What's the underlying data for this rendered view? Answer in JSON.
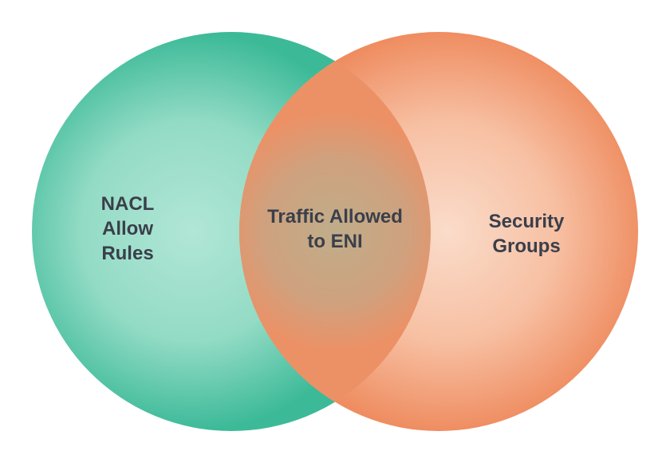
{
  "diagram": {
    "left_set": {
      "lines": [
        "NACL",
        "Allow",
        "Rules"
      ],
      "color_center": "#b1e6d6",
      "color_edge": "#3cba98"
    },
    "right_set": {
      "lines": [
        "Security",
        "Groups"
      ],
      "color_center": "#fadcca",
      "color_edge": "#ef8d61"
    },
    "intersection": {
      "lines": [
        "Traffic Allowed",
        "to ENI"
      ],
      "color_center": "#c0ad8a",
      "color_edge": "#ec9166"
    },
    "text_color": "#3a3f4a"
  }
}
